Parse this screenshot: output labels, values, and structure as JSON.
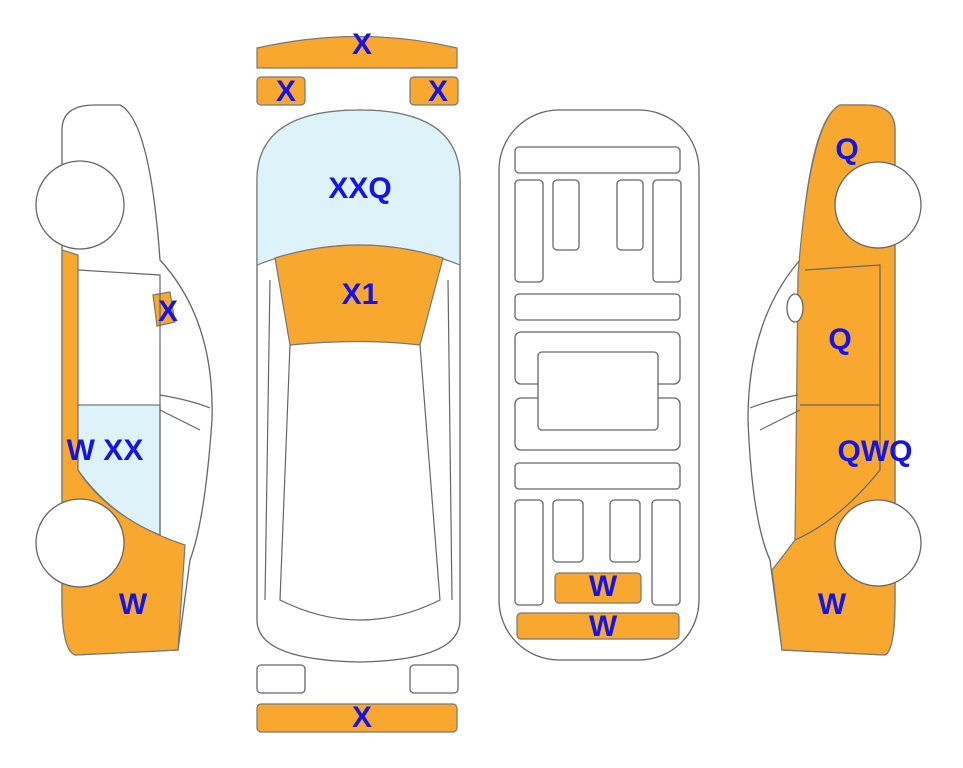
{
  "colors": {
    "damaged": "#f9a82f",
    "glass": "#ddf3f9",
    "label": "#1414e6"
  },
  "labels": {
    "front_bumper": "X",
    "front_light_left": "X",
    "front_light_right": "X",
    "windshield": "XXQ",
    "hood": "X1",
    "left_mirror": "X",
    "left_rear_door": "W XX",
    "left_rear_fender": "W",
    "under_rear_1": "W",
    "under_rear_2": "W",
    "rear_bumper": "X",
    "right_front_fender": "Q",
    "right_front_door": "Q",
    "right_rear_door": "QWQ",
    "right_rear_fender": "W"
  }
}
